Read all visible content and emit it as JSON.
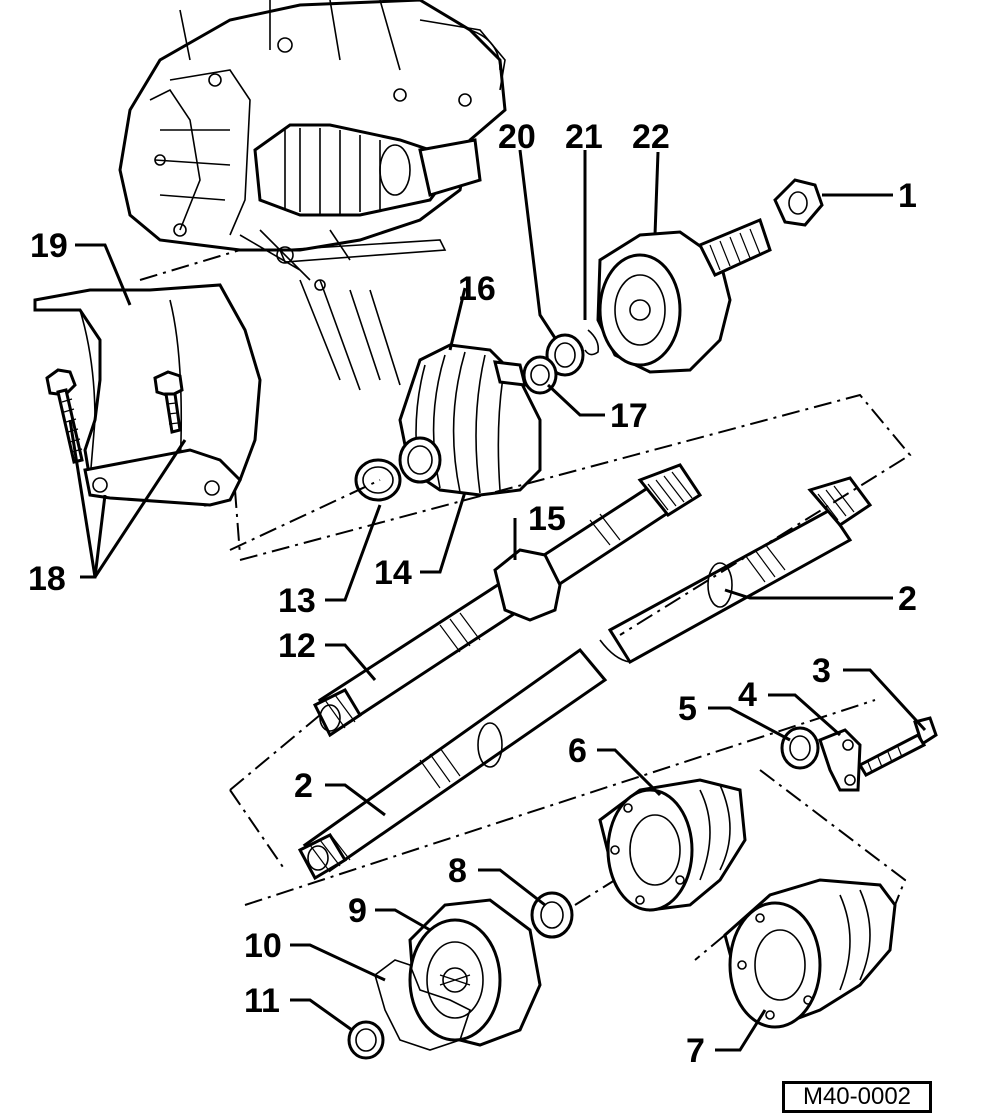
{
  "figure_code": "M40-0002",
  "callouts": {
    "c1": "1",
    "c2a": "2",
    "c2b": "2",
    "c3": "3",
    "c4": "4",
    "c5": "5",
    "c6": "6",
    "c7": "7",
    "c8": "8",
    "c9": "9",
    "c10": "10",
    "c11": "11",
    "c12": "12",
    "c13": "13",
    "c14": "14",
    "c15": "15",
    "c16": "16",
    "c17": "17",
    "c18": "18",
    "c19": "19",
    "c20": "20",
    "c21": "21",
    "c22": "22"
  }
}
